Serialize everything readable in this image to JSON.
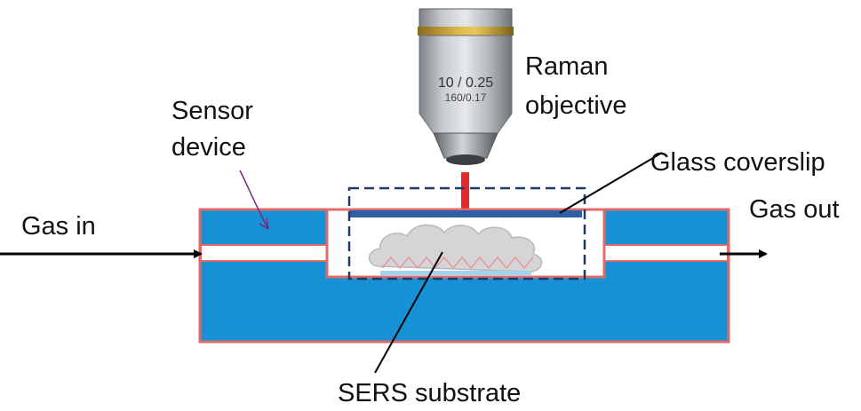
{
  "labels": {
    "raman_line1": "Raman",
    "raman_line2": "objective",
    "sensor_line1": "Sensor",
    "sensor_line2": "device",
    "glass_coverslip": "Glass coverslip",
    "gas_in": "Gas in",
    "gas_out": "Gas out",
    "sers_substrate": "SERS substrate"
  },
  "objective_engraving": {
    "line1": "10 / 0.25",
    "line2": "160/0.17"
  },
  "colors": {
    "device_fill": "#1591d4",
    "device_outline": "#e06a6a",
    "laser": "#e8282a",
    "coverslip": "#2d5fa8",
    "dashed_box": "#1f3a63",
    "arrow": "#000000",
    "objective_body": "#a8adb2",
    "objective_band": "#c9a233"
  }
}
